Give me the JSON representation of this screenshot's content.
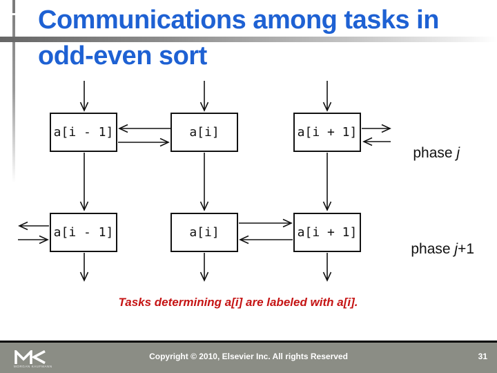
{
  "slide": {
    "title": {
      "line1": "Communications among tasks in",
      "line2": "odd-even sort",
      "color": "#1e61d3"
    },
    "diagram": {
      "row1": {
        "box1": "a[i - 1]",
        "box2": "a[i]",
        "box3": "a[i + 1]",
        "phase": {
          "word": "phase ",
          "var": "j",
          "suffix": ""
        }
      },
      "row2": {
        "box1": "a[i - 1]",
        "box2": "a[i]",
        "box3": "a[i + 1]",
        "phase": {
          "word": "phase ",
          "var": "j",
          "suffix": "+1"
        }
      }
    },
    "caption": {
      "text": "Tasks determining a[i] are labeled with a[i].",
      "color": "#c51414"
    }
  },
  "footer": {
    "logo": {
      "icon": "mk-logo",
      "glyph": "M<",
      "subtext": "MORGAN KAUFMANN"
    },
    "copyright": "Copyright © 2010, Elsevier Inc. All rights Reserved",
    "page_number": "31",
    "bar_color": "#8b8d85"
  }
}
